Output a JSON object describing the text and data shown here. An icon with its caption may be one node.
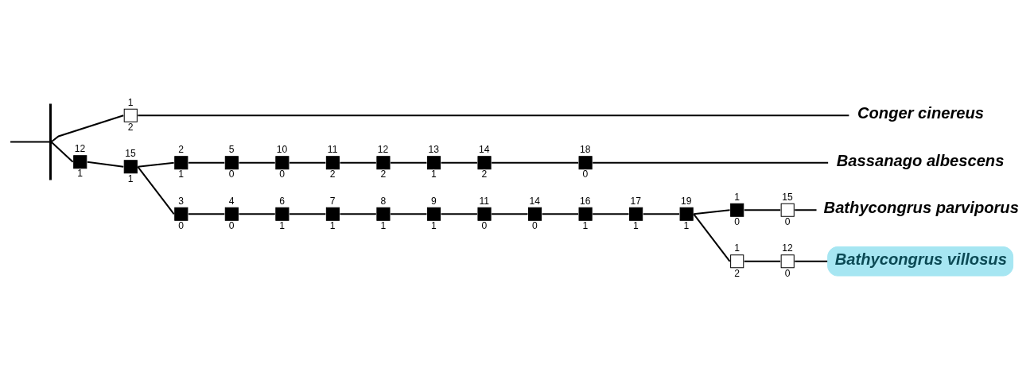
{
  "diagram": {
    "nodes": [
      {
        "text": [
          "1",
          "2"
        ]
      },
      {
        "text": [
          "Conger cinereus"
        ]
      },
      {
        "text": [
          "12",
          "1"
        ]
      },
      {
        "text": [
          "15",
          "1"
        ]
      },
      {
        "text": [
          "2",
          "1"
        ]
      },
      {
        "text": [
          "5",
          "0"
        ]
      },
      {
        "text": [
          "10",
          "0"
        ]
      },
      {
        "text": [
          "11",
          "2"
        ]
      },
      {
        "text": [
          "12",
          "2"
        ]
      },
      {
        "text": [
          "13",
          "1"
        ]
      },
      {
        "text": [
          "14",
          "2"
        ]
      },
      {
        "text": [
          "18",
          "0"
        ]
      },
      {
        "text": [
          "Bassanago albescens"
        ]
      },
      {
        "text": [
          "3",
          "0"
        ]
      },
      {
        "text": [
          "4",
          "0"
        ]
      },
      {
        "text": [
          "6",
          "1"
        ]
      },
      {
        "text": [
          "7",
          "1"
        ]
      },
      {
        "text": [
          "8",
          "1"
        ]
      },
      {
        "text": [
          "9",
          "1"
        ]
      },
      {
        "text": [
          "11",
          "0"
        ]
      },
      {
        "text": [
          "14",
          "0"
        ]
      },
      {
        "text": [
          "16",
          "1"
        ]
      },
      {
        "text": [
          "17",
          "1"
        ]
      },
      {
        "text": [
          "19",
          "1"
        ]
      },
      {
        "text": [
          "1",
          "0"
        ]
      },
      {
        "text": [
          "15",
          "0"
        ]
      },
      {
        "text": [
          "Bathycongrus parviporus"
        ]
      },
      {
        "text": [
          "1",
          "2"
        ]
      },
      {
        "text": [
          "12",
          "0"
        ]
      },
      {
        "text": [
          "Bathycongrus villosus"
        ]
      },
      {
        "text": [],
        "shape": "bar"
      }
    ],
    "edges": [
      {
        "from": null,
        "to": 30,
        "arrow": "none"
      },
      {
        "from": 30,
        "to": 0,
        "arrow": "none"
      },
      {
        "from": 0,
        "to": 1,
        "arrow": "none"
      },
      {
        "from": 30,
        "to": 2,
        "arrow": "none"
      },
      {
        "from": 2,
        "to": 3,
        "arrow": "none"
      },
      {
        "from": 3,
        "to": 4,
        "arrow": "none"
      },
      {
        "from": 4,
        "to": 5,
        "arrow": "none"
      },
      {
        "from": 5,
        "to": 6,
        "arrow": "none"
      },
      {
        "from": 6,
        "to": 7,
        "arrow": "none"
      },
      {
        "from": 7,
        "to": 8,
        "arrow": "none"
      },
      {
        "from": 8,
        "to": 9,
        "arrow": "none"
      },
      {
        "from": 9,
        "to": 10,
        "arrow": "none"
      },
      {
        "from": 10,
        "to": 11,
        "arrow": "none"
      },
      {
        "from": 11,
        "to": 12,
        "arrow": "none"
      },
      {
        "from": 3,
        "to": 13,
        "arrow": "none"
      },
      {
        "from": 13,
        "to": 14,
        "arrow": "none"
      },
      {
        "from": 14,
        "to": 15,
        "arrow": "none"
      },
      {
        "from": 15,
        "to": 16,
        "arrow": "none"
      },
      {
        "from": 16,
        "to": 17,
        "arrow": "none"
      },
      {
        "from": 17,
        "to": 18,
        "arrow": "none"
      },
      {
        "from": 18,
        "to": 19,
        "arrow": "none"
      },
      {
        "from": 19,
        "to": 20,
        "arrow": "none"
      },
      {
        "from": 20,
        "to": 21,
        "arrow": "none"
      },
      {
        "from": 21,
        "to": 22,
        "arrow": "none"
      },
      {
        "from": 22,
        "to": 23,
        "arrow": "none"
      },
      {
        "from": 23,
        "to": 24,
        "arrow": "none"
      },
      {
        "from": 24,
        "to": 25,
        "arrow": "none"
      },
      {
        "from": 25,
        "to": 26,
        "arrow": "none"
      },
      {
        "from": 23,
        "to": 27,
        "arrow": "none"
      },
      {
        "from": 27,
        "to": 28,
        "arrow": "none"
      },
      {
        "from": 28,
        "to": 29,
        "arrow": "none"
      }
    ]
  }
}
